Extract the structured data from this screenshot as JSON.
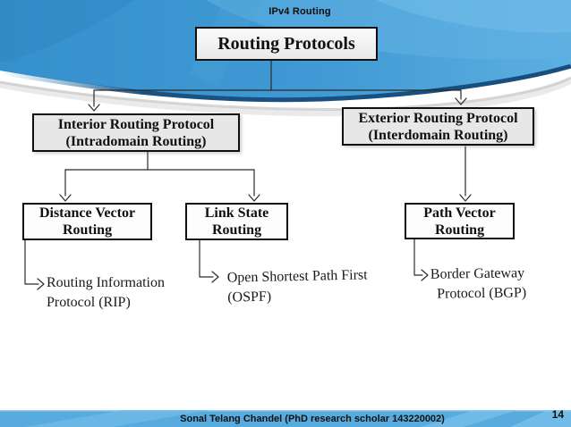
{
  "slide": {
    "header_label": "IPv4 Routing",
    "footer_text": "Sonal Telang Chandel (PhD research scholar 143220002)",
    "page_number": "14"
  },
  "diagram": {
    "root": {
      "title": "Routing Protocols"
    },
    "level2": [
      {
        "line1": "Interior Routing Protocol",
        "line2": "(Intradomain Routing)"
      },
      {
        "line1": "Exterior Routing Protocol",
        "line2": "(Interdomain Routing)"
      }
    ],
    "level3": [
      {
        "line1": "Distance Vector",
        "line2": "Routing"
      },
      {
        "line1": "Link State",
        "line2": "Routing"
      },
      {
        "line1": "Path Vector",
        "line2": "Routing"
      }
    ],
    "annotations": [
      {
        "line1": "Routing Information",
        "line2": "Protocol (RIP)"
      },
      {
        "line1": "Open Shortest Path First",
        "line2": "(OSPF)"
      },
      {
        "line1": "Border Gateway",
        "line2": "Protocol (BGP)"
      }
    ]
  },
  "colors": {
    "slide_background": "#ffffff",
    "wave_blue_main": "#4099d4",
    "wave_blue_light": "#63b3e4",
    "wave_dark_edge": "#1a5280",
    "wave_shadow": "#c4c4c4",
    "footer_band": "#58abdf",
    "box_fill_gray": "#e7e7e7",
    "box_fill_white": "#fdfdfd",
    "box_border": "#101010",
    "connector": "#2b2b2b",
    "text": "#111111"
  }
}
